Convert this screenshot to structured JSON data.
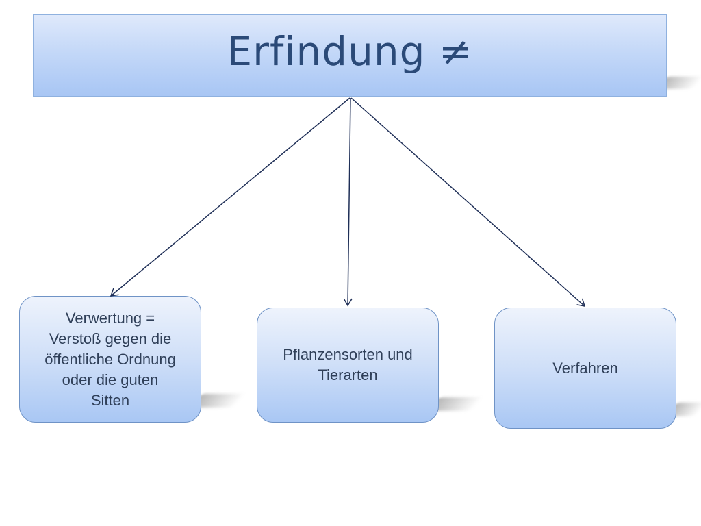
{
  "title": "Erfindung ≠",
  "boxes": [
    {
      "label": "Verwertung =\nVerstoß gegen die\nöffentliche Ordnung\noder die guten\nSitten"
    },
    {
      "label": "Pflanzensorten und\nTierarten"
    },
    {
      "label": "Verfahren"
    }
  ],
  "colors": {
    "title_text": "#2b4a78",
    "box_text": "#2f3f58",
    "arrow": "#1f2f57"
  }
}
